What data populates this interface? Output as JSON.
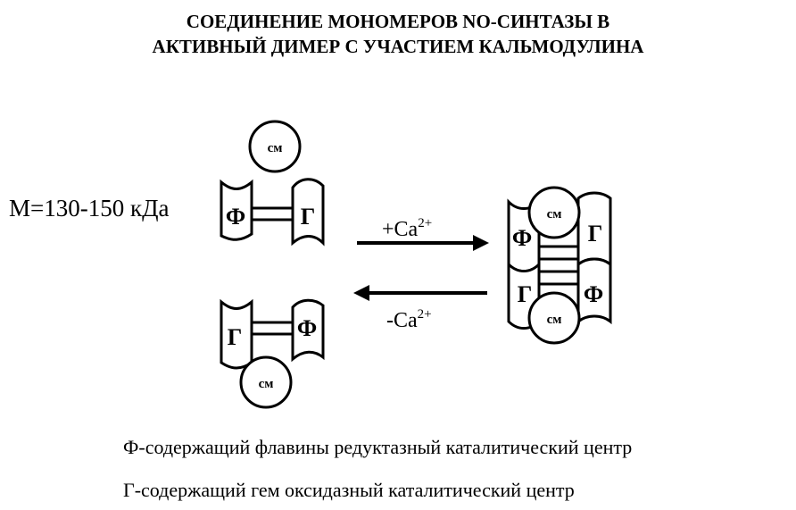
{
  "title": {
    "line1": "СОЕДИНЕНИЕ МОНОМЕРОВ NO-СИНТАЗЫ В",
    "line2": "АКТИВНЫЙ ДИМЕР С УЧАСТИЕМ КАЛЬМОДУЛИНА"
  },
  "mass_label": "М=130-150 кДа",
  "labels": {
    "flavin": "Ф",
    "heme": "Г",
    "calmodulin": "см"
  },
  "arrows": {
    "forward_prefix": "+Са",
    "backward_prefix": "-Са",
    "ion_charge": "2+"
  },
  "legend": {
    "flavin_text": "Ф-содержащий флавины редуктазный каталитический центр",
    "heme_text": "Г-содержащий гем оксидазный каталитический центр"
  }
}
